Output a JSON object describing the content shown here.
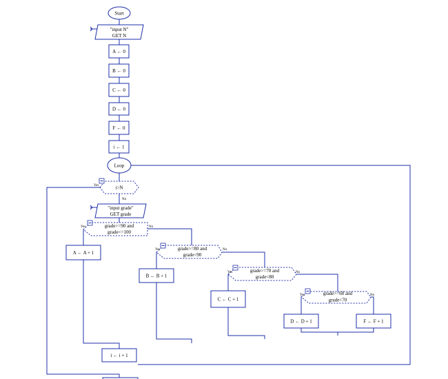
{
  "colors": {
    "line": "#1e2fa8",
    "background": "#ffffff"
  },
  "nodes": {
    "start": "Start",
    "input_n_line1": "\"input N\"",
    "input_n_line2": "GET N",
    "init_a": "A ← 0",
    "init_b": "B ← 0",
    "init_c": "C ← 0",
    "init_d": "D ← 0",
    "init_f": "F ← 0",
    "init_i": "i ← 1",
    "loop": "Loop",
    "loop_cond": "i>N",
    "input_grade_line1": "\"input grade\"",
    "input_grade_line2": "GET grade",
    "cond_a_line1": "grade>=90 and",
    "cond_a_line2": "grade<=100",
    "inc_a": "A ← A + 1",
    "cond_b_line1": "grade>=80 and",
    "cond_b_line2": "grade<90",
    "inc_b": "B ← B + 1",
    "cond_c_line1": "grade>=70 and",
    "cond_c_line2": "grade<80",
    "inc_c": "C ← C + 1",
    "cond_d_line1": "grade>=60 and",
    "cond_d_line2": "grade<70",
    "inc_d": "D ← D + 1",
    "inc_f": "F ← F + 1",
    "inc_i": "i ← i + 1"
  },
  "branch_labels": {
    "yes": "Yes",
    "no": "No"
  },
  "icons": {
    "collapse": "minus-box-icon",
    "entry": "arrow-right-icon"
  }
}
